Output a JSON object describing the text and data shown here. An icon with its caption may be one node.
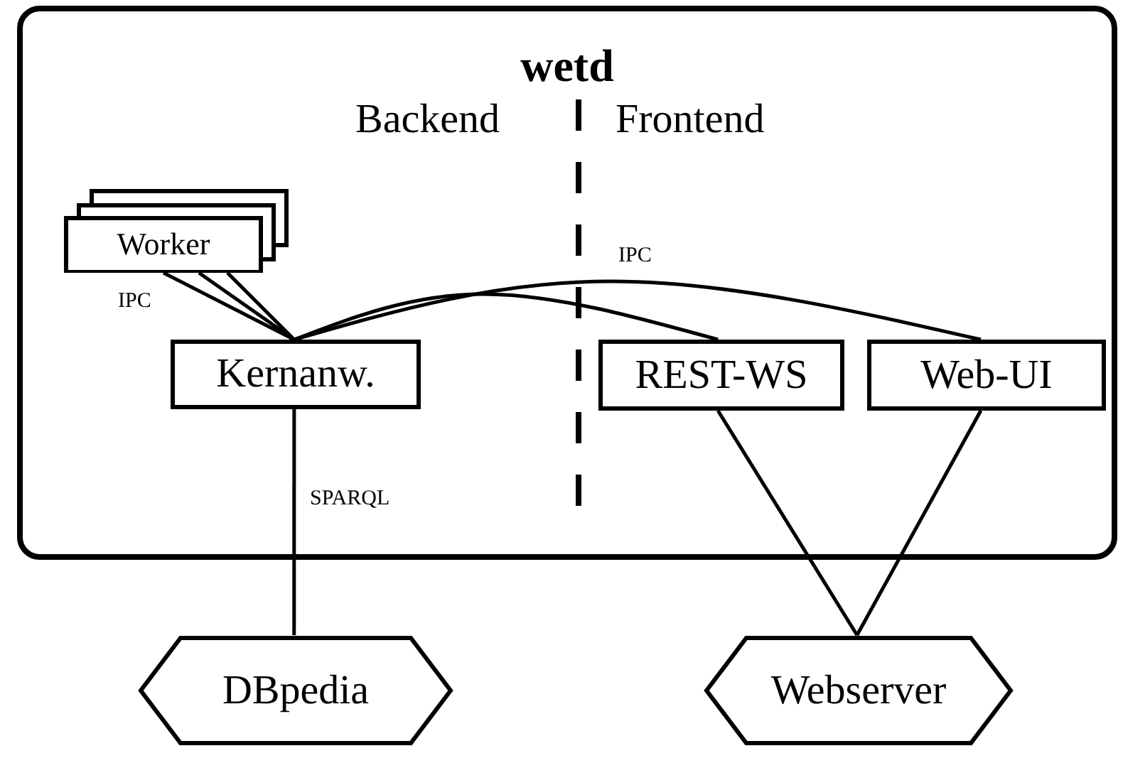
{
  "diagram": {
    "nodes": [
      {
        "text": [
          "wetd"
        ]
      },
      {
        "text": [
          "Worker"
        ],
        "in": 0
      },
      {
        "text": [
          "Kernanw."
        ],
        "in": 0
      },
      {
        "text": [
          "REST-WS"
        ],
        "in": 0
      },
      {
        "text": [
          "Web-UI"
        ],
        "in": 0
      },
      {
        "text": [
          "DBpedia"
        ]
      },
      {
        "text": [
          "Webserver"
        ]
      }
    ],
    "edges": [
      {
        "from": 1,
        "to": 2,
        "arrow": "none"
      },
      {
        "from": 1,
        "to": 2,
        "arrow": "none"
      },
      {
        "from": 1,
        "to": 2,
        "arrow": "none",
        "label": "IPC"
      },
      {
        "from": 2,
        "to": 3,
        "arrow": "none"
      },
      {
        "from": 2,
        "to": 4,
        "arrow": "none",
        "label": "IPC"
      },
      {
        "from": 2,
        "to": 5,
        "arrow": "none",
        "label": "SPARQL"
      },
      {
        "from": 3,
        "to": 6,
        "arrow": "none"
      },
      {
        "from": 4,
        "to": 6,
        "arrow": "none"
      }
    ],
    "labels": [
      "Backend",
      "Frontend"
    ]
  }
}
